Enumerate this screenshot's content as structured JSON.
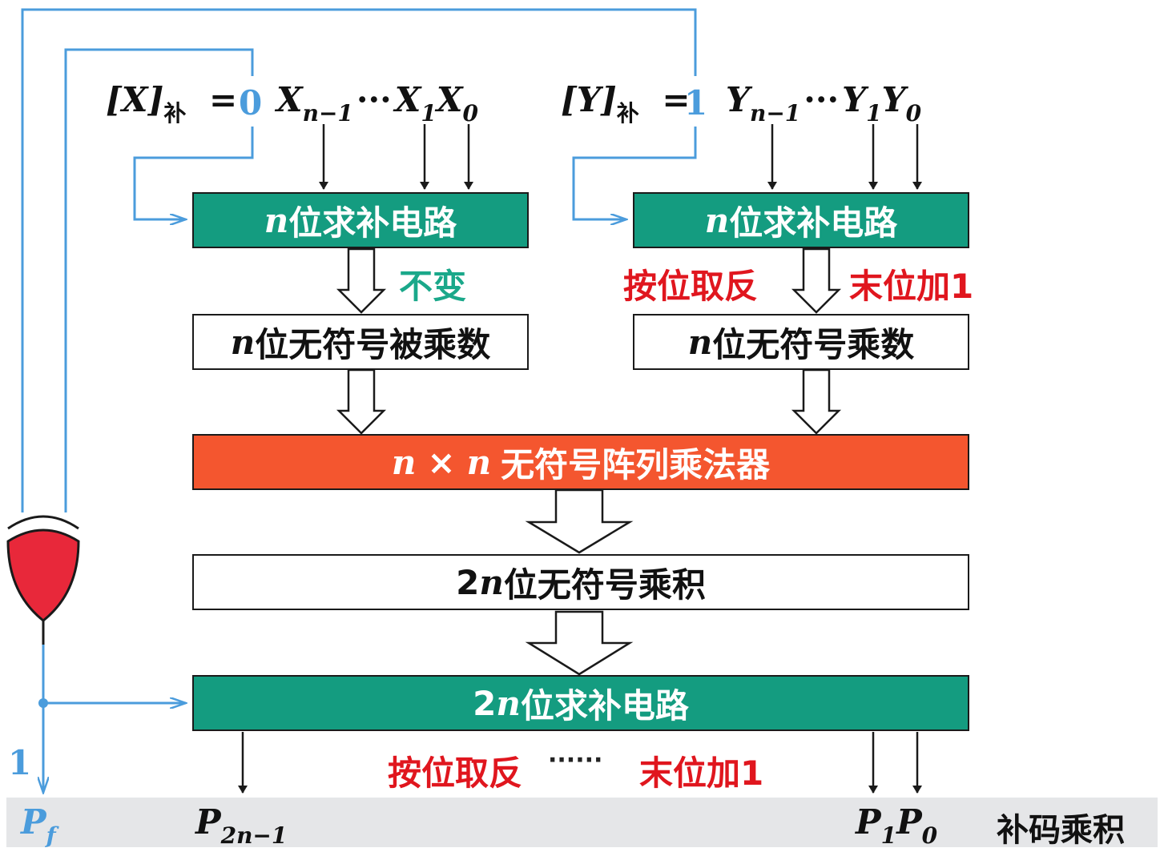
{
  "inputs": {
    "x_reg": {
      "label": "[X]",
      "label_sub": "补",
      "eq": "=",
      "sign": "0",
      "msb": "X",
      "msb_sub": "n−1",
      "dots": "···",
      "b1": "X",
      "b1_sub": "1",
      "b0": "X",
      "b0_sub": "0"
    },
    "y_reg": {
      "label": "[Y]",
      "label_sub": "补",
      "eq": "=",
      "sign": "1",
      "msb": "Y",
      "msb_sub": "n−1",
      "dots": "···",
      "b1": "Y",
      "b1_sub": "1",
      "b0": "Y",
      "b0_sub": "0"
    }
  },
  "boxes": {
    "x_comp_var": "n",
    "x_comp_text": "位求补电路",
    "y_comp_var": "n",
    "y_comp_text": "位求补电路",
    "multiplicand_var": "n",
    "multiplicand_text": "位无符号被乘数",
    "multiplier_var": "n",
    "multiplier_text": "位无符号乘数",
    "array_var1": "n",
    "array_times": "×",
    "array_var2": "n",
    "array_text": "无符号阵列乘法器",
    "product_num": "2",
    "product_var": "n",
    "product_text": "位无符号乘积",
    "out_comp_num": "2",
    "out_comp_var": "n",
    "out_comp_text": "位求补电路"
  },
  "annotations": {
    "x_unchanged": "不变",
    "y_invert": "按位取反",
    "y_add1": "末位加1",
    "out_invert": "按位取反",
    "out_dots": "······",
    "out_add1": "末位加1"
  },
  "outputs": {
    "pf": "P",
    "pf_sub": "f",
    "pf_value": "1",
    "p_msb": "P",
    "p_msb_sub": "2n−1",
    "p1": "P",
    "p1_sub": "1",
    "p0": "P",
    "p0_sub": "0",
    "result_label": "补码乘积"
  },
  "colors": {
    "teal": "#149c80",
    "orange_red": "#f4562f",
    "line_blue": "#4b9cdc",
    "text_red": "#e0161e",
    "text_green": "#1aa88a",
    "xor_gate": "#e8283a"
  }
}
